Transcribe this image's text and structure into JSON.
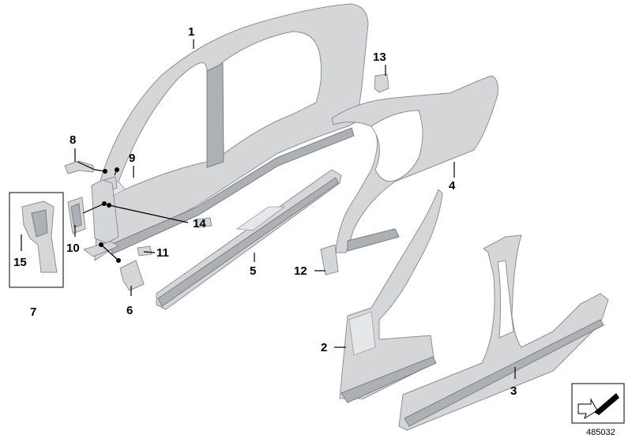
{
  "callouts": {
    "c1": "1",
    "c2": "2",
    "c3": "3",
    "c4": "4",
    "c5": "5",
    "c6": "6",
    "c7": "7",
    "c8": "8",
    "c9": "9",
    "c10": "10",
    "c11": "11",
    "c12": "12",
    "c13": "13",
    "c14": "14",
    "c15": "15"
  },
  "catalog_number": "485032",
  "icons": {
    "orientation": "orientation-arrow-icon"
  },
  "colors": {
    "part_fill": "#d4d6d8",
    "part_stroke": "#8c8f93",
    "callout": "#000000"
  }
}
